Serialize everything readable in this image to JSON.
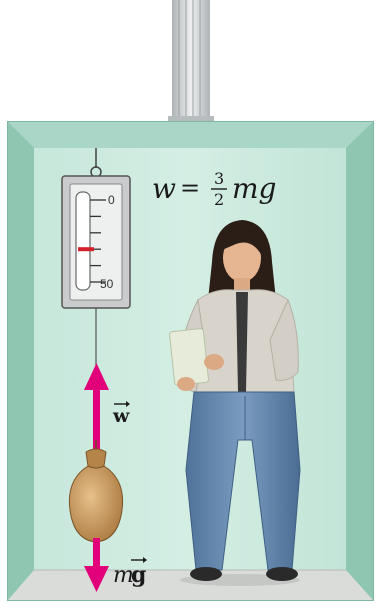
{
  "formula": {
    "lhs": "w",
    "equals": "=",
    "frac_num": "3",
    "frac_den": "2",
    "rhs": "mg"
  },
  "scale": {
    "top_label": "0",
    "bottom_label": "50",
    "reading_fraction": 0.6
  },
  "vectors": {
    "upward_label": "w",
    "downward_label_m": "m",
    "downward_label_g": "g"
  },
  "colors": {
    "wall": "#b9ddd0",
    "wall_side": "#9ecdbd",
    "frame": "#7fbfa8",
    "floor": "#d9dcd9",
    "arrow": "#e2007a",
    "bag": "#c89a5e",
    "cable": "#c9cdcf",
    "jeans": "#5a7fa6",
    "sweater": "#d8d4cc"
  }
}
